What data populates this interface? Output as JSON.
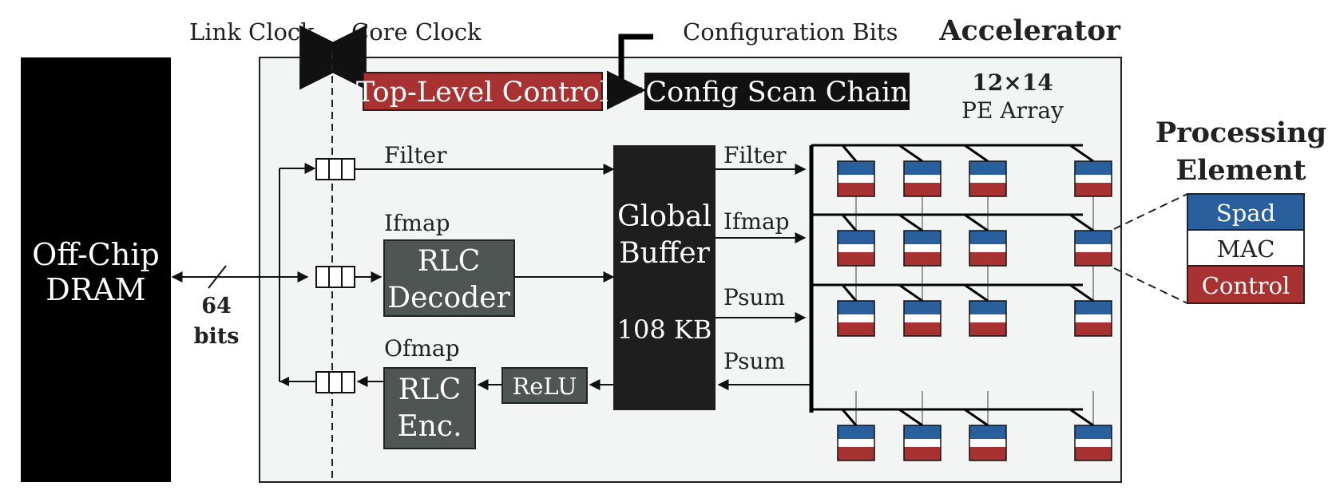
{
  "clocks": {
    "link": "Link Clock",
    "core": "Core Clock"
  },
  "config_bits": "Configuration Bits",
  "accelerator": {
    "title": "Accelerator"
  },
  "top_level_control": "Top-Level Control",
  "config_scan_chain": "Config Scan Chain",
  "pe_array": {
    "dims": "12×14",
    "label": "PE Array"
  },
  "dram": {
    "line1": "Off-Chip",
    "line2": "DRAM"
  },
  "bus": {
    "width": "64",
    "unit": "bits"
  },
  "in_paths": {
    "filter": "Filter",
    "ifmap": "Ifmap",
    "ofmap": "Ofmap"
  },
  "rlc_decoder": {
    "line1": "RLC",
    "line2": "Decoder"
  },
  "rlc_encoder": {
    "line1": "RLC",
    "line2": "Enc."
  },
  "relu": "ReLU",
  "global_buffer": {
    "line1": "Global",
    "line2": "Buffer",
    "size": "108 KB"
  },
  "gb_paths": {
    "filter": "Filter",
    "ifmap": "Ifmap",
    "psum_out": "Psum",
    "psum_in": "Psum"
  },
  "pe_detail": {
    "title1": "Processing",
    "title2": "Element",
    "spad": "Spad",
    "mac": "MAC",
    "control": "Control"
  },
  "colors": {
    "blue": "#2a5f9e",
    "red": "#a83232",
    "dark_box": "#4f5553",
    "black_box": "#1e1e1e",
    "bg": "#f3f4f4"
  }
}
